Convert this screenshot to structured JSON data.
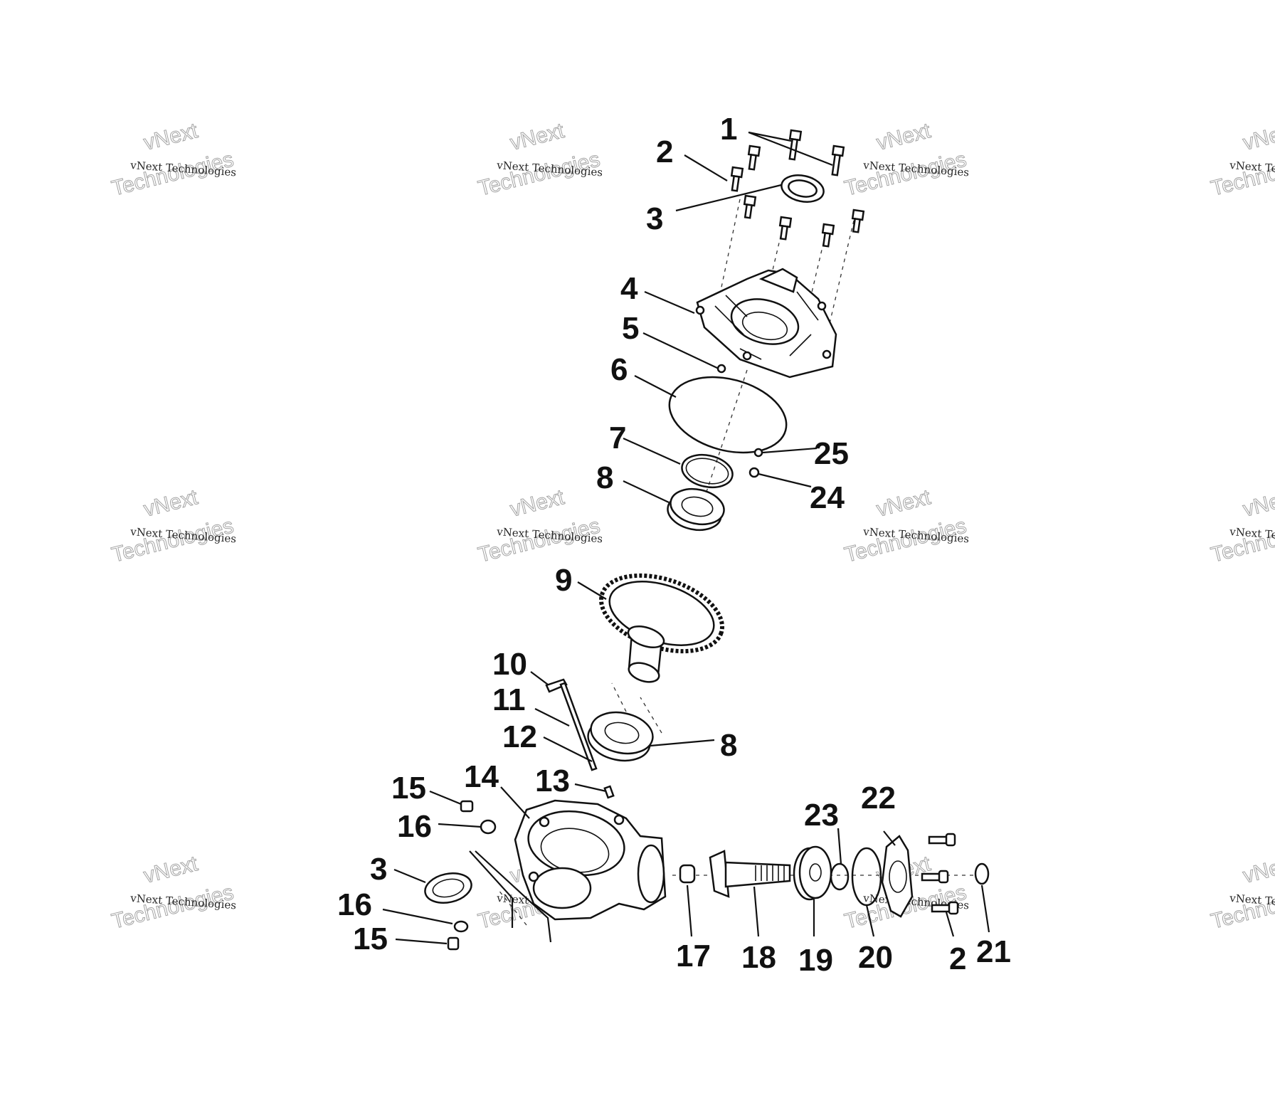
{
  "diagram": {
    "callouts": [
      {
        "id": "c1",
        "label": "1"
      },
      {
        "id": "c2a",
        "label": "2"
      },
      {
        "id": "c3a",
        "label": "3"
      },
      {
        "id": "c4",
        "label": "4"
      },
      {
        "id": "c5",
        "label": "5"
      },
      {
        "id": "c6",
        "label": "6"
      },
      {
        "id": "c7",
        "label": "7"
      },
      {
        "id": "c8a",
        "label": "8"
      },
      {
        "id": "c25",
        "label": "25"
      },
      {
        "id": "c24",
        "label": "24"
      },
      {
        "id": "c9",
        "label": "9"
      },
      {
        "id": "c10",
        "label": "10"
      },
      {
        "id": "c11",
        "label": "11"
      },
      {
        "id": "c12",
        "label": "12"
      },
      {
        "id": "c8b",
        "label": "8"
      },
      {
        "id": "c13",
        "label": "13"
      },
      {
        "id": "c14",
        "label": "14"
      },
      {
        "id": "c15a",
        "label": "15"
      },
      {
        "id": "c16a",
        "label": "16"
      },
      {
        "id": "c3b",
        "label": "3"
      },
      {
        "id": "c16b",
        "label": "16"
      },
      {
        "id": "c15b",
        "label": "15"
      },
      {
        "id": "c23",
        "label": "23"
      },
      {
        "id": "c22",
        "label": "22"
      },
      {
        "id": "c17",
        "label": "17"
      },
      {
        "id": "c18",
        "label": "18"
      },
      {
        "id": "c19",
        "label": "19"
      },
      {
        "id": "c20",
        "label": "20"
      },
      {
        "id": "c2b",
        "label": "2"
      },
      {
        "id": "c21",
        "label": "21"
      }
    ],
    "watermark": {
      "line1": "vNext Technologies",
      "line2": "vNext",
      "line3": "Technologies"
    }
  }
}
